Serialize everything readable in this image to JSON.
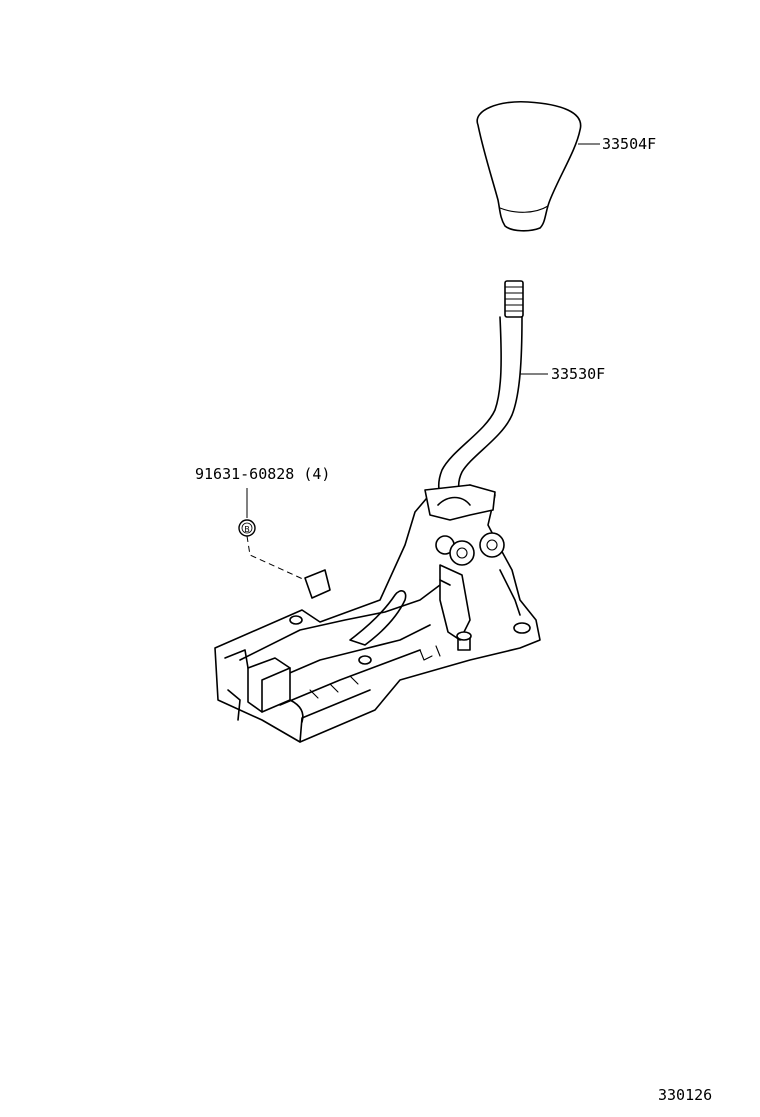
{
  "diagram": {
    "parts": [
      {
        "id": "knob",
        "part_number": "33504F"
      },
      {
        "id": "lever",
        "part_number": "33530F"
      },
      {
        "id": "bolt",
        "part_number": "91631-60828",
        "quantity": "(4)",
        "symbol": "B"
      }
    ],
    "figure_code": "330126"
  }
}
